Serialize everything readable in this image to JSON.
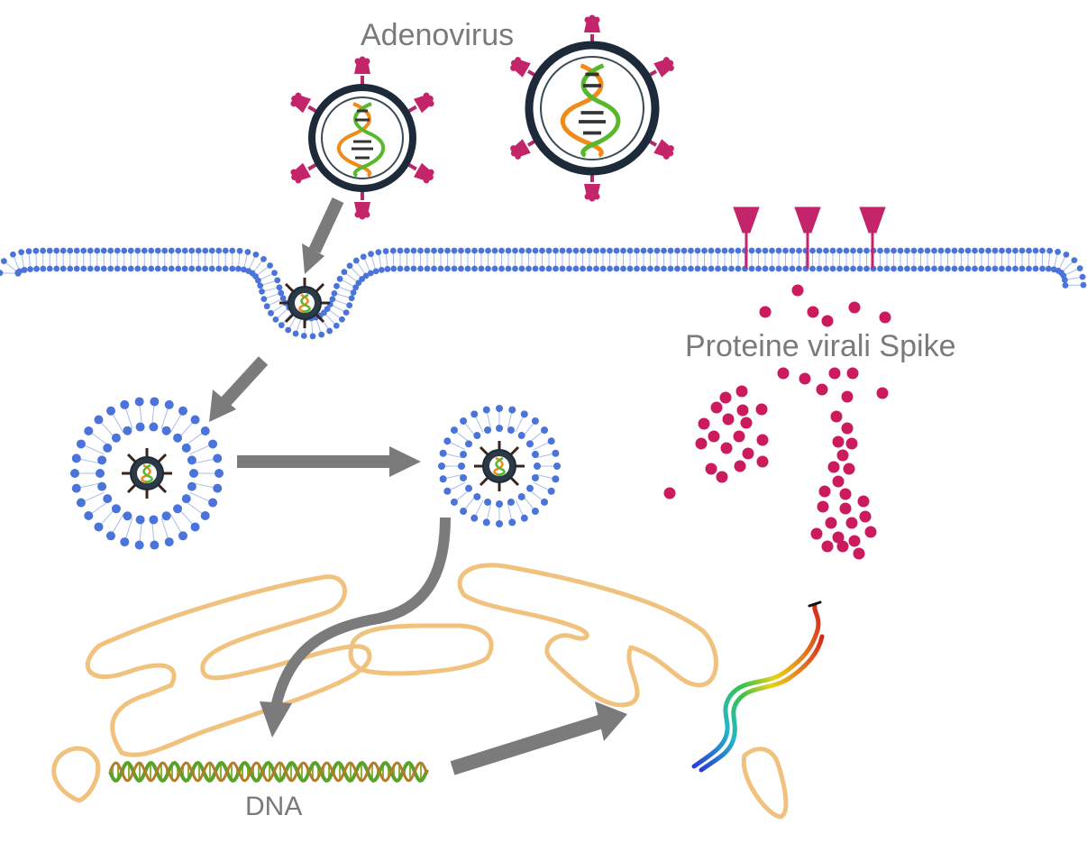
{
  "labels": {
    "virus": "Adenovirus",
    "spike": "Proteine virali Spike",
    "dna": "DNA"
  },
  "colors": {
    "membrane": "#4a74d9",
    "arrow": "#7b7b7b",
    "spike_protein": "#cc1a5e",
    "er": "#f0c27e",
    "capsid": "#1d2a3a",
    "dna_green": "#58b82c",
    "dna_orange": "#f08a1a"
  },
  "icons": [
    "adenovirus-icon",
    "dna-helix-icon",
    "mrna-strand-icon",
    "spike-protein-icon"
  ]
}
